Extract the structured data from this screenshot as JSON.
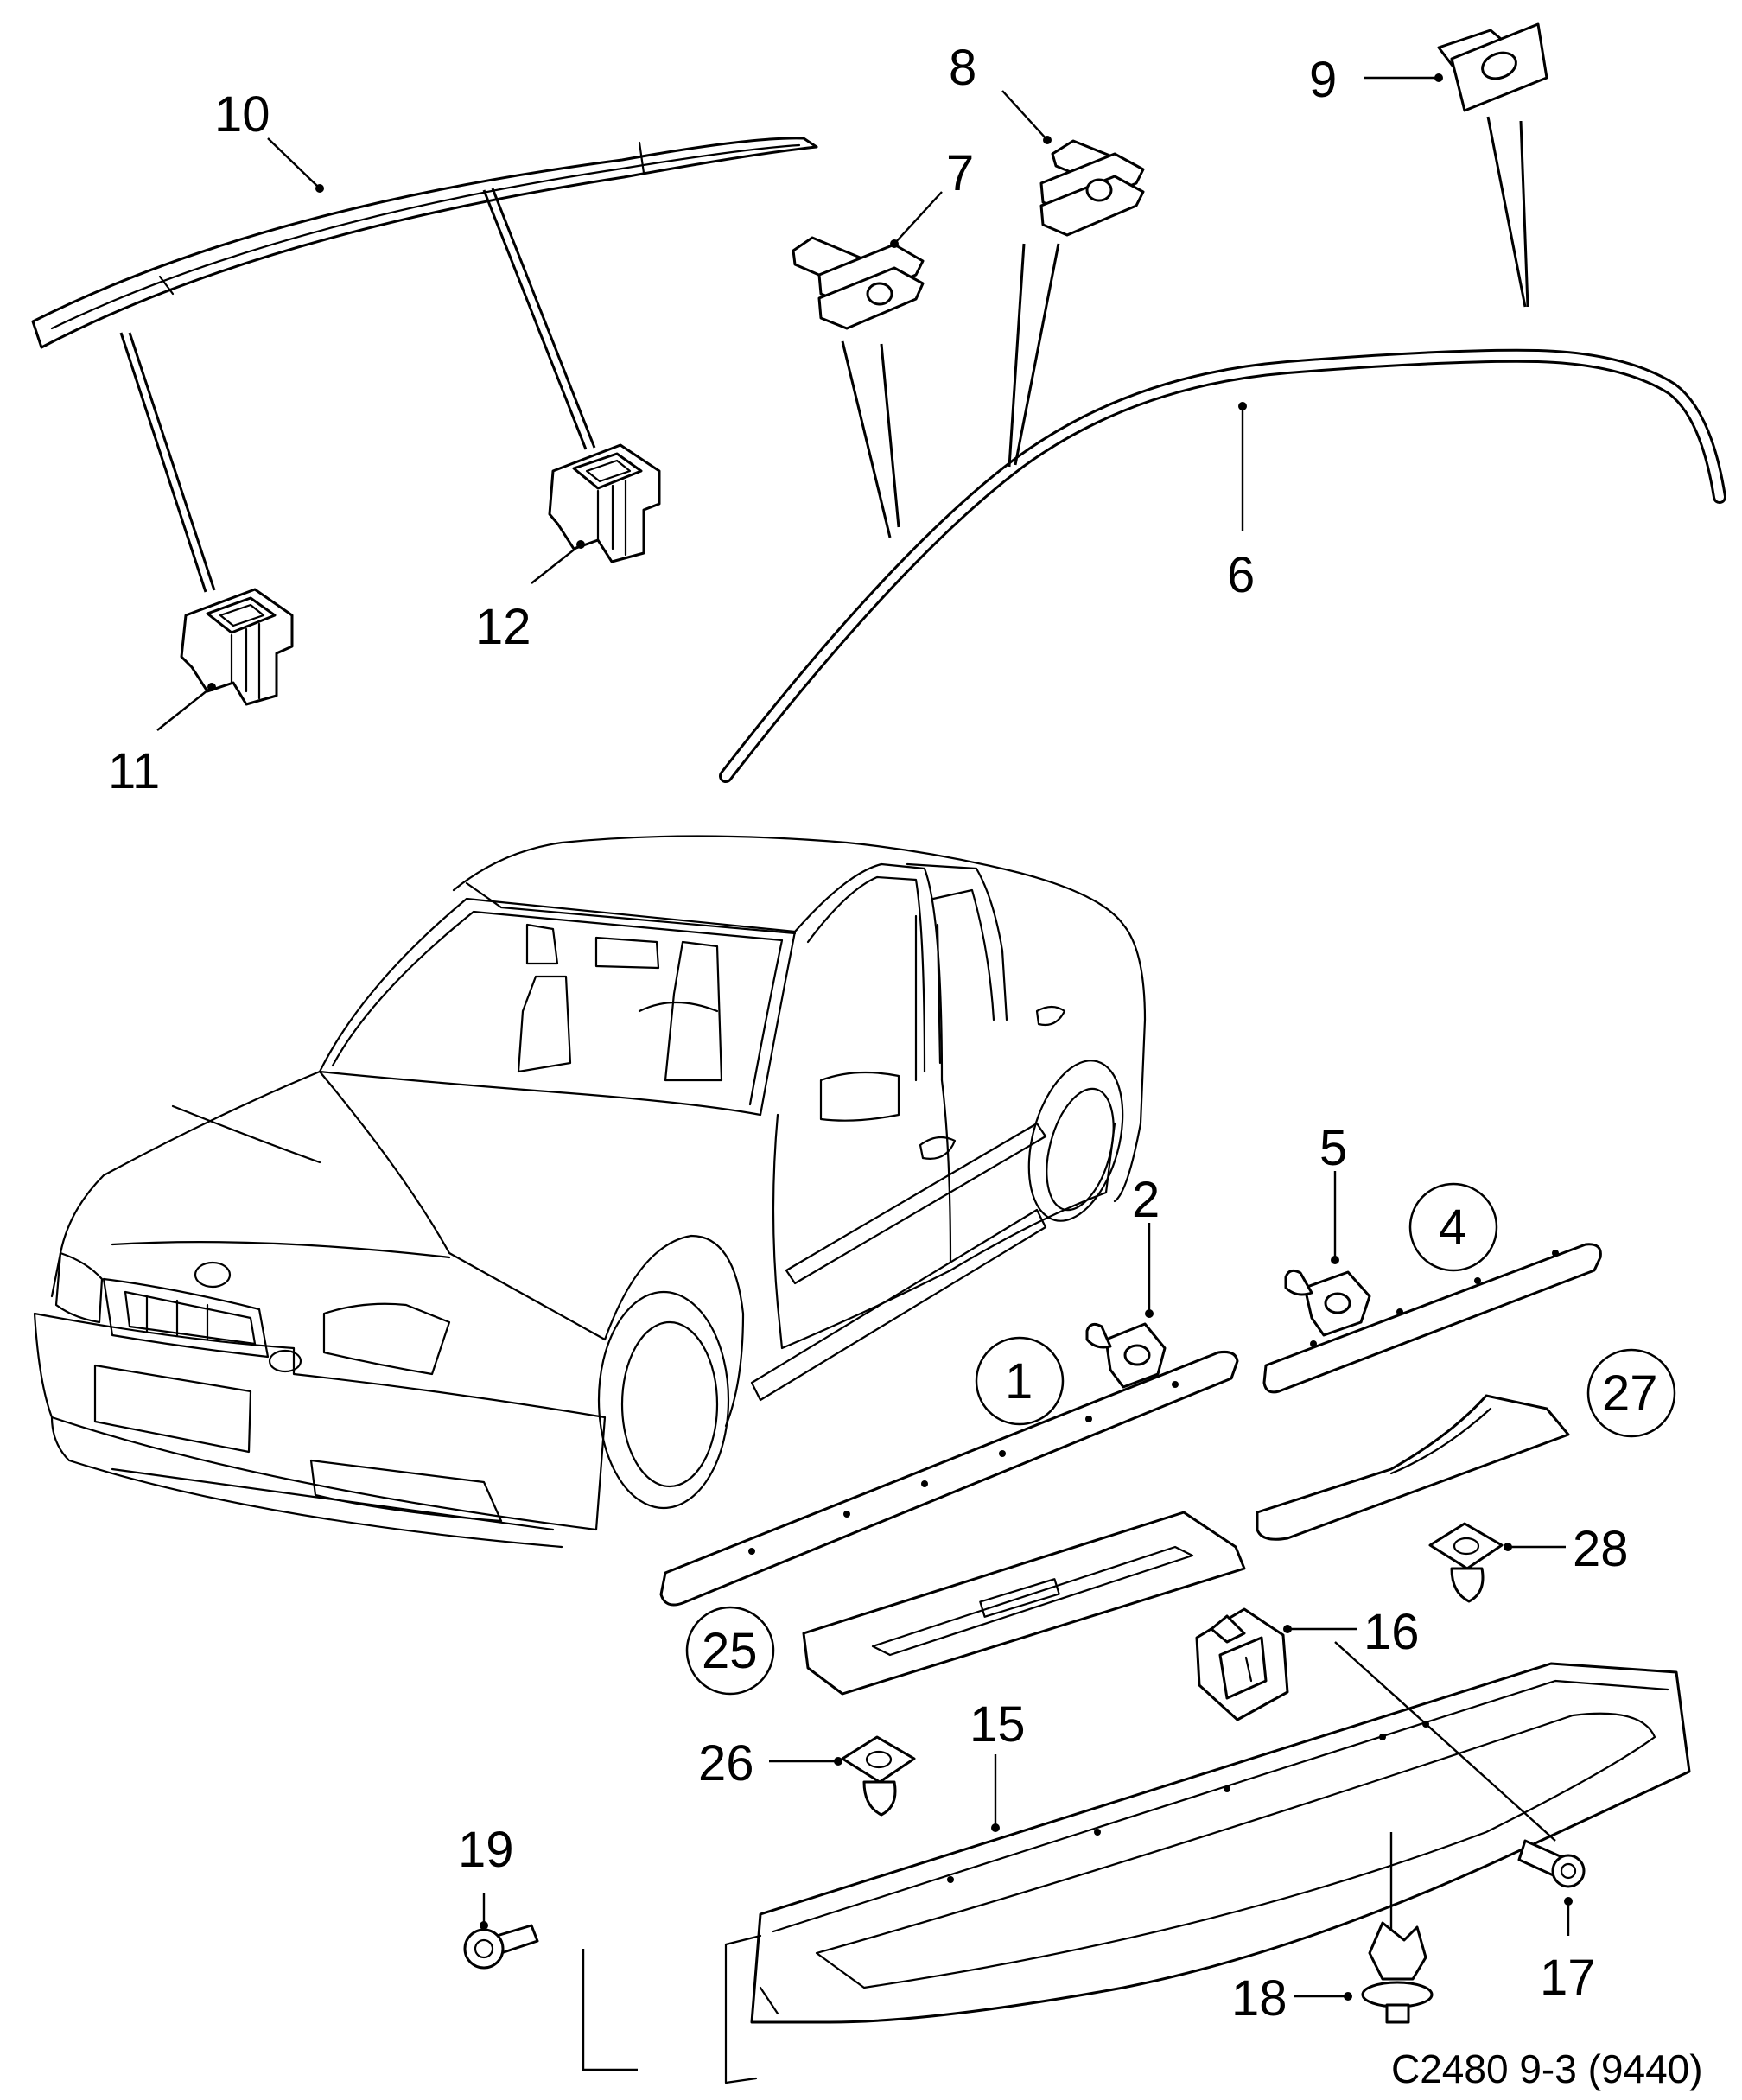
{
  "labels": {
    "l1": "1",
    "l2": "2",
    "l4": "4",
    "l5": "5",
    "l6": "6",
    "l7": "7",
    "l8": "8",
    "l9": "9",
    "l10": "10",
    "l11": "11",
    "l12": "12",
    "l15": "15",
    "l16": "16",
    "l17": "17",
    "l18": "18",
    "l19": "19",
    "l25": "25",
    "l26": "26",
    "l27": "27",
    "l28": "28"
  },
  "figure_code": "C2480 9-3 (9440)"
}
